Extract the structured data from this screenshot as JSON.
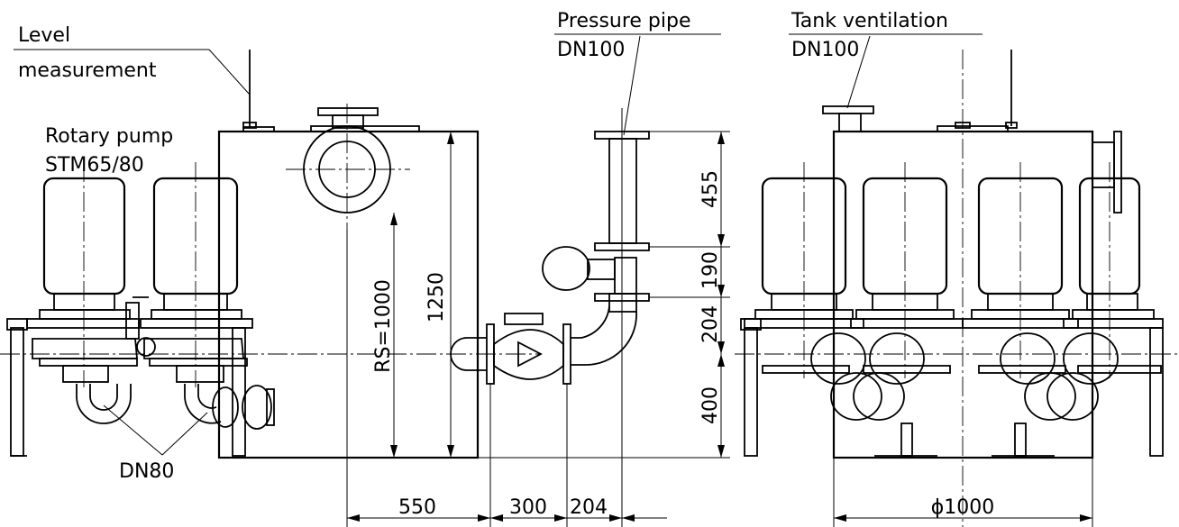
{
  "labels": {
    "level_line1": "Level",
    "level_line2": "measurement",
    "pump_line1": "Rotary pump",
    "pump_line2": "STM65/80",
    "pressure_line1": "Pressure pipe",
    "pressure_line2": "DN100",
    "vent_line1": "Tank ventilation",
    "vent_line2": "DN100",
    "dn80": "DN80"
  },
  "dimensions": {
    "rs": "RS=1000",
    "h1250": "1250",
    "v455": "455",
    "v190": "190",
    "v204": "204",
    "v400": "400",
    "h550": "550",
    "h300": "300",
    "h204": "204",
    "phi1000": "ϕ1000"
  }
}
